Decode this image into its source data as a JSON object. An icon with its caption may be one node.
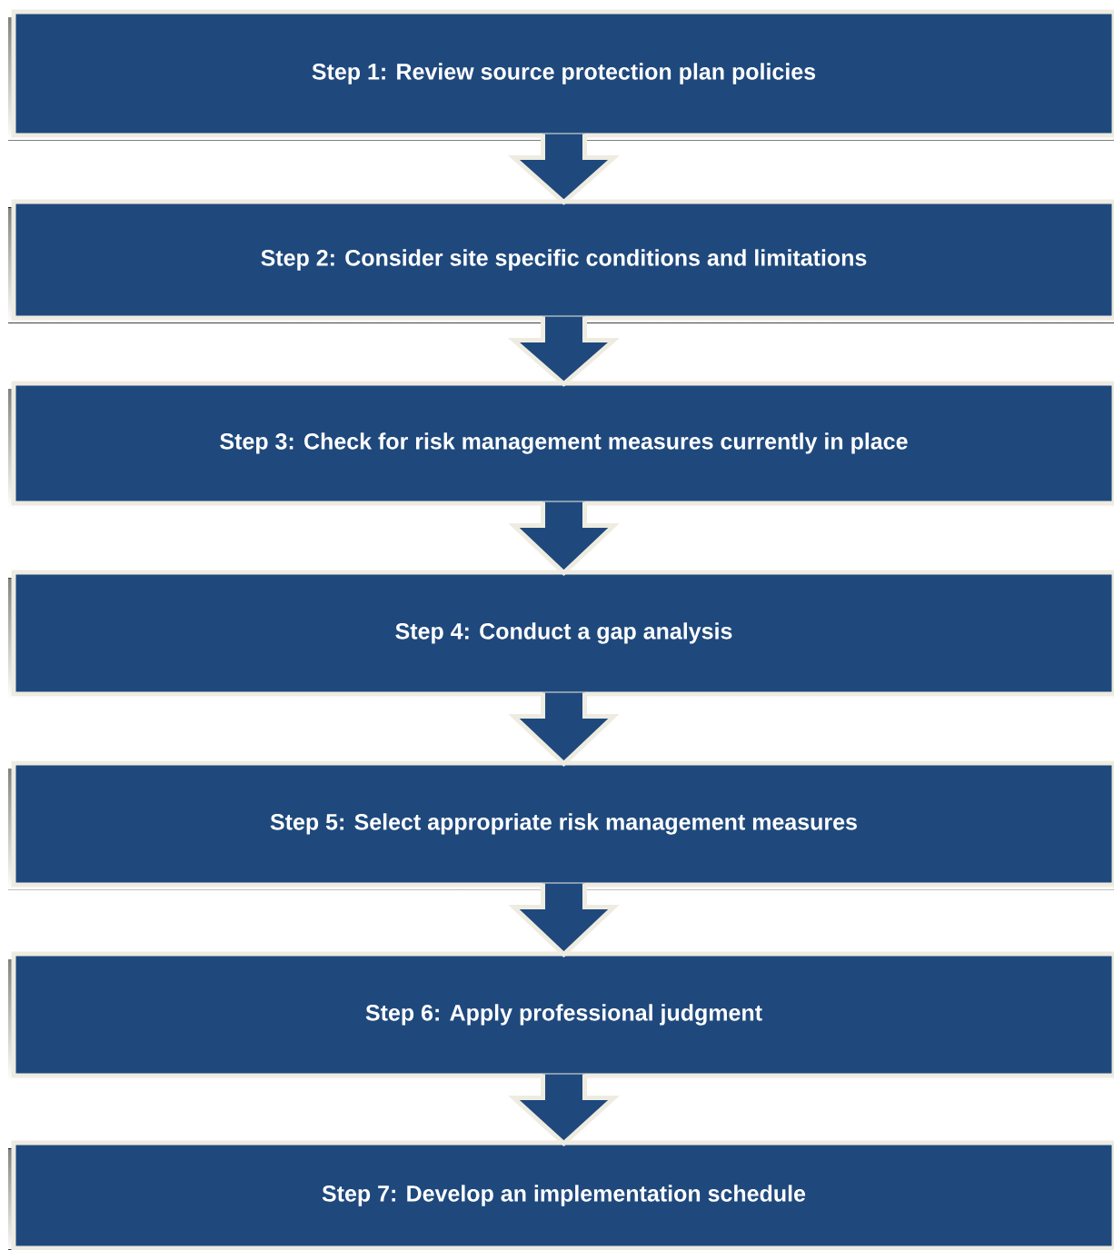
{
  "diagram": {
    "nodes": [
      {
        "text": [
          "Step 1: Review source protection plan policies"
        ]
      },
      {
        "text": [
          "Step 2: Consider site specific conditions  and limitations"
        ]
      },
      {
        "text": [
          "Step 3: Check for risk management measures currently in place"
        ]
      },
      {
        "text": [
          "Step 4: Conduct  a gap analysis"
        ]
      },
      {
        "text": [
          "Step 5: Select appropriate risk management measures"
        ]
      },
      {
        "text": [
          "Step 6: Apply professional judgment"
        ]
      },
      {
        "text": [
          "Step 7: Develop an implementation schedule"
        ]
      }
    ],
    "edges": [
      {
        "from": 0,
        "to": 1,
        "arrow": "to"
      },
      {
        "from": 1,
        "to": 2,
        "arrow": "to"
      },
      {
        "from": 2,
        "to": 3,
        "arrow": "to"
      },
      {
        "from": 3,
        "to": 4,
        "arrow": "to"
      },
      {
        "from": 4,
        "to": 5,
        "arrow": "to"
      },
      {
        "from": 5,
        "to": 6,
        "arrow": "to"
      }
    ]
  }
}
